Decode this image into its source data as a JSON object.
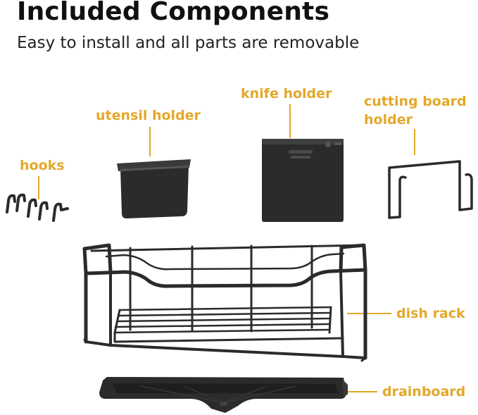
{
  "header": {
    "title": "Included Components",
    "subtitle": "Easy to install and all parts are removable"
  },
  "components": {
    "hooks": "hooks",
    "utensil_holder": "utensil holder",
    "knife_holder": "knife holder",
    "cutting_board_holder_line1": "cutting board",
    "cutting_board_holder_line2": "holder",
    "dish_rack": "dish rack",
    "drainboard": "drainboard"
  },
  "colors": {
    "accent": "#e3a82a",
    "product": "#2b2b2b"
  }
}
